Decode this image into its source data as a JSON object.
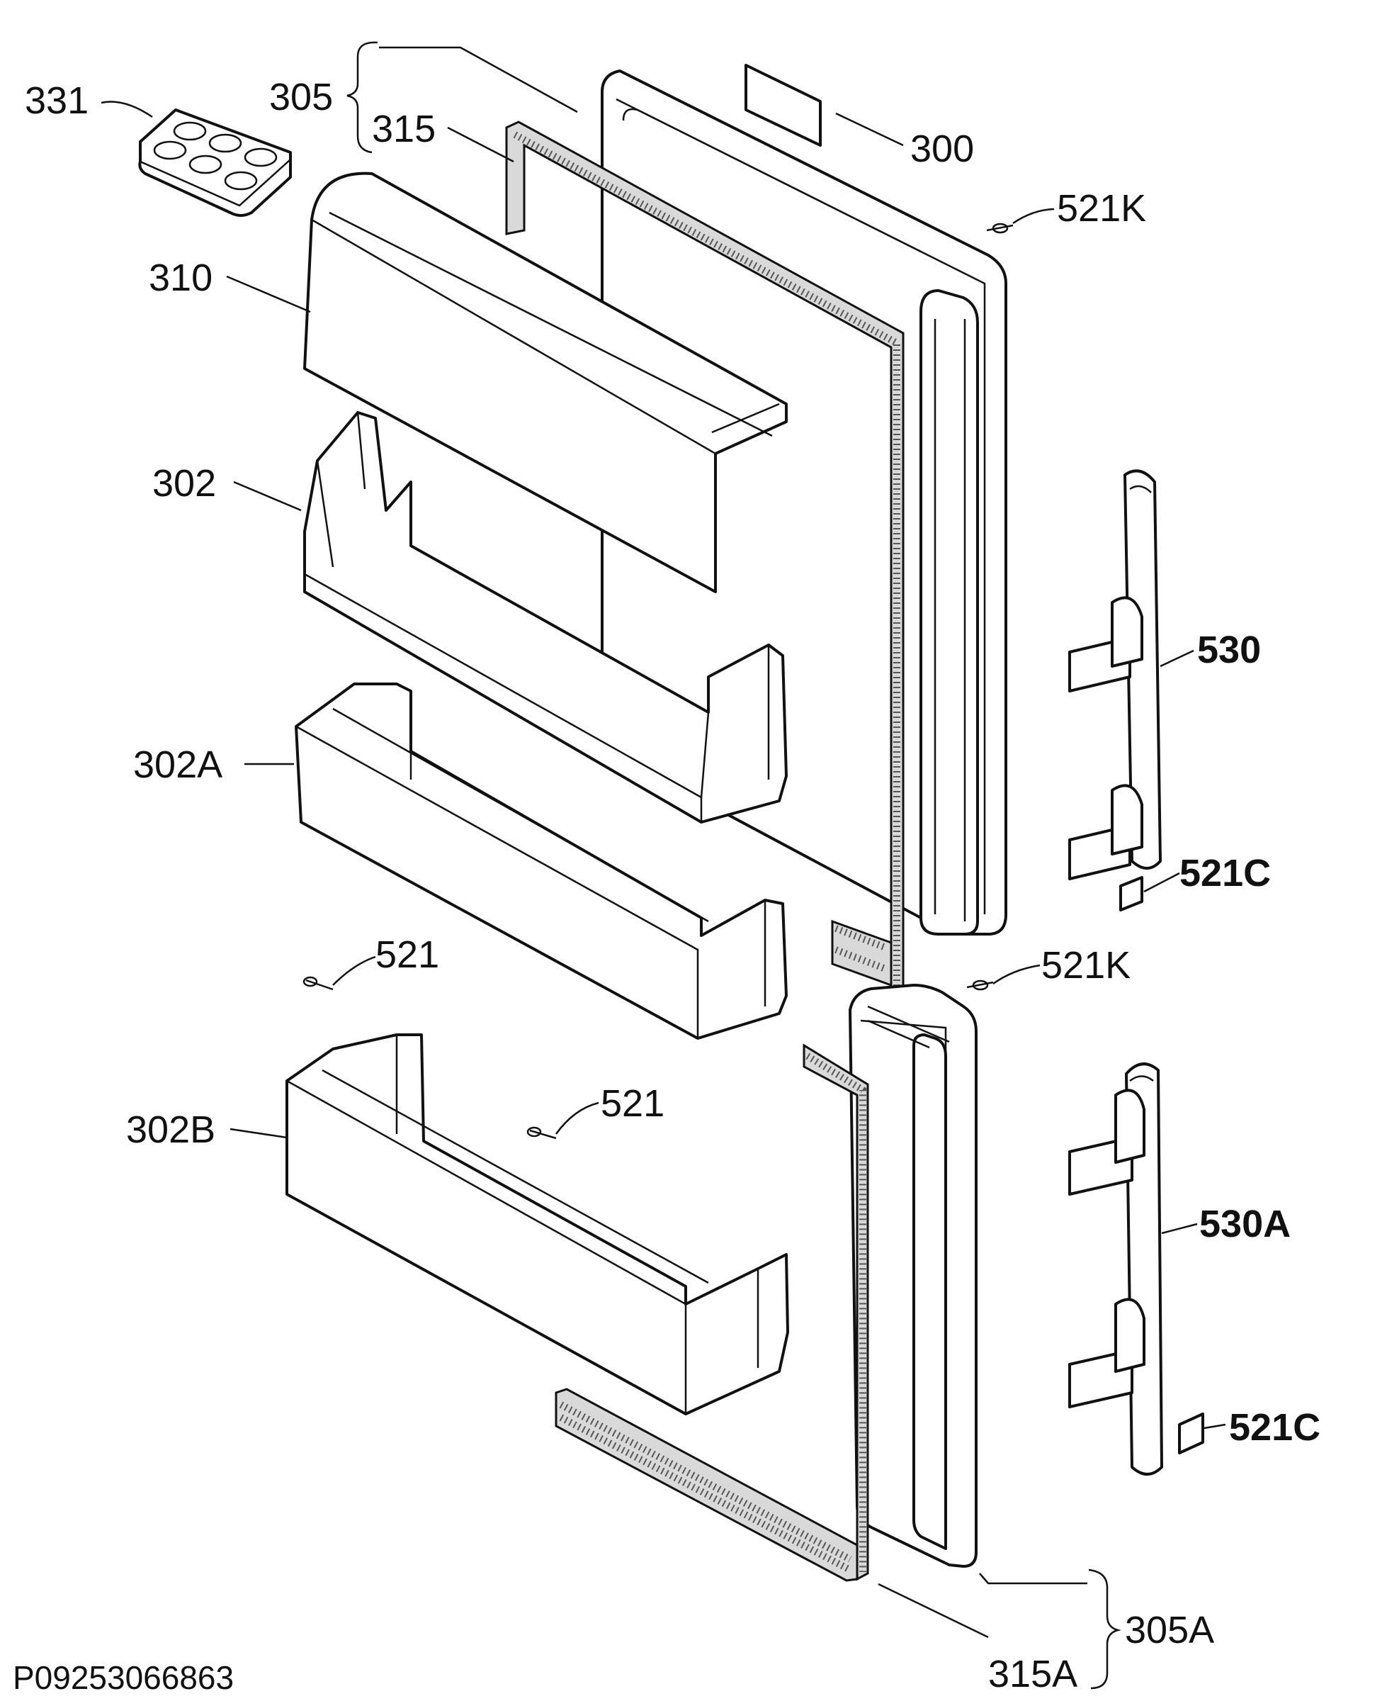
{
  "drawing_code": "P09253066863",
  "labels": {
    "l331": "331",
    "l305": "305",
    "l315": "315",
    "l300": "300",
    "l521k_top": "521K",
    "l310": "310",
    "l302": "302",
    "l302a": "302A",
    "l530": "530",
    "l521c_top": "521C",
    "l521_left": "521",
    "l521k_mid": "521K",
    "l521_mid": "521",
    "l302b": "302B",
    "l530a": "530A",
    "l521c_bottom": "521C",
    "l305a": "305A",
    "l315a": "315A"
  }
}
